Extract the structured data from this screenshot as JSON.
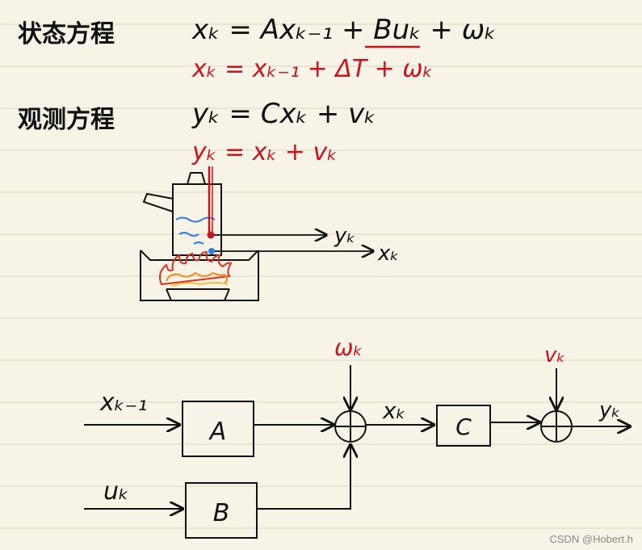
{
  "colors": {
    "paper": "#f7f3e6",
    "rule": "#dcd6c2",
    "ink": "#111111",
    "red": "#c8141e",
    "blue": "#2a7fe0",
    "flame_orange": "#f08a1e",
    "flame_red": "#e0301e"
  },
  "notes": {
    "state_label": "状态方程",
    "state_eq_general": "xₖ = Axₖ₋₁ + Buₖ + ωₖ",
    "state_eq_example": "xₖ = xₖ₋₁ + ΔT + ωₖ",
    "obs_label": "观测方程",
    "obs_eq_general": "yₖ = Cxₖ + vₖ",
    "obs_eq_example": "yₖ = xₖ + vₖ"
  },
  "illustration": {
    "measured_label": "yₖ",
    "true_label": "xₖ"
  },
  "block_diagram": {
    "input_x": "xₖ₋₁",
    "input_u": "uₖ",
    "block_a": "A",
    "block_b": "B",
    "block_c": "C",
    "noise_w": "ωₖ",
    "noise_v": "vₖ",
    "state_x": "xₖ",
    "output_y": "yₖ",
    "sum_symbol": "+"
  },
  "watermark": "CSDN @Hobert.h"
}
